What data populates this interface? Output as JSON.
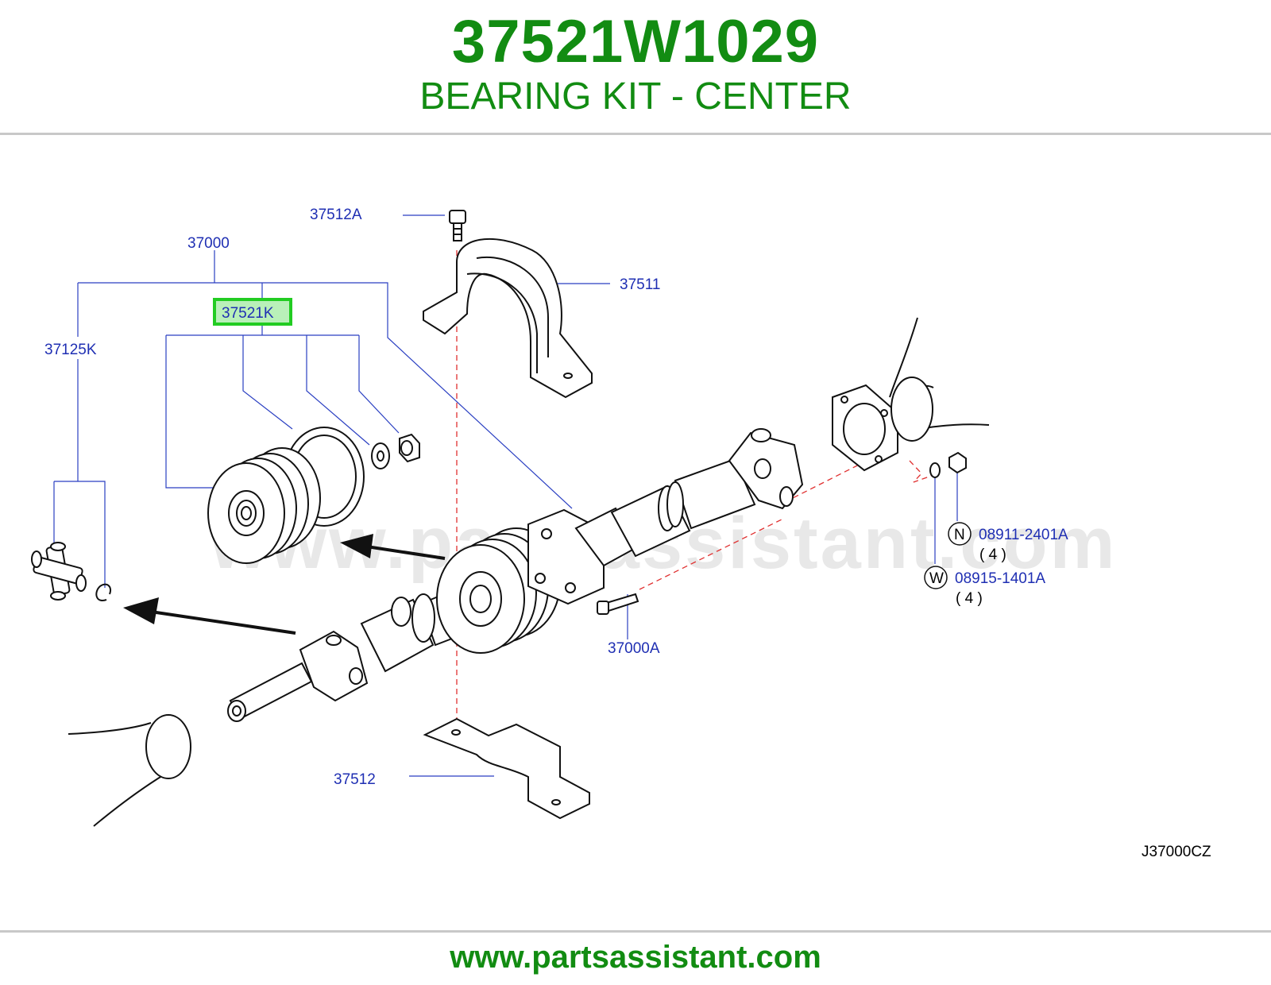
{
  "header": {
    "part_number": "37521W1029",
    "description": "BEARING KIT - CENTER"
  },
  "diagram": {
    "watermark": "www.partsassistant.com",
    "highlight_color": "#22cc22",
    "labels": {
      "p37512A": "37512A",
      "p37000": "37000",
      "p37511": "37511",
      "p37521K": "37521K",
      "p37125K": "37125K",
      "p37000A": "37000A",
      "p37512": "37512",
      "p08911": "08911-2401A",
      "p08911_qty": "( 4 )",
      "p08911_marker": "N",
      "p08915": "08915-1401A",
      "p08915_qty": "( 4 )",
      "p08915_marker": "W",
      "diagram_code": "J37000CZ"
    }
  },
  "footer": {
    "url": "www.partsassistant.com"
  }
}
